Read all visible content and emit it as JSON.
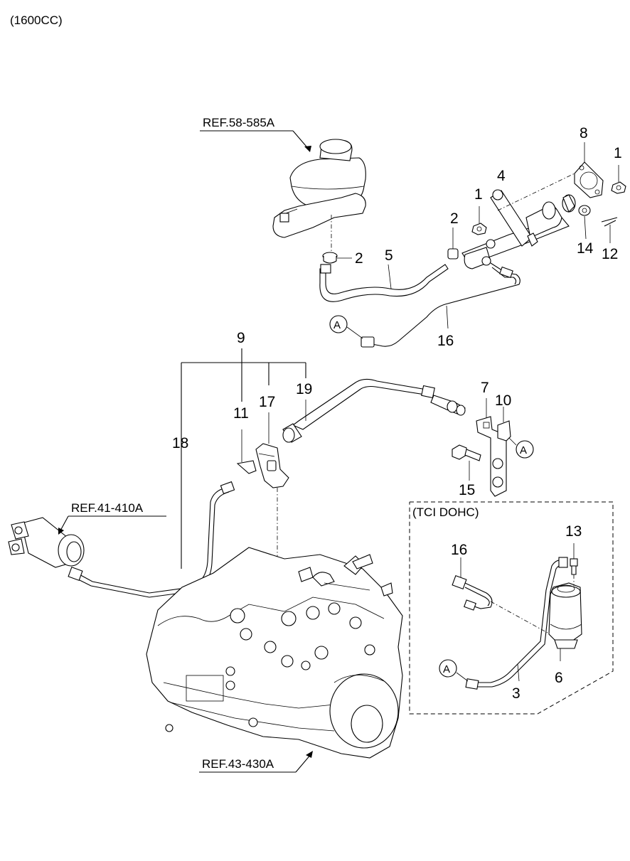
{
  "header": {
    "engine": "(1600CC)"
  },
  "refs": {
    "reservoir": "REF.58-585A",
    "release_cylinder": "REF.41-410A",
    "transaxle": "REF.43-430A"
  },
  "inset": {
    "title": "(TCI DOHC)"
  },
  "callouts": {
    "c1a": "1",
    "c1b": "1",
    "c2a": "2",
    "c2b": "2",
    "c3": "3",
    "c4": "4",
    "c5": "5",
    "c6": "6",
    "c7": "7",
    "c8": "8",
    "c9": "9",
    "c10": "10",
    "c11": "11",
    "c12": "12",
    "c13": "13",
    "c14": "14",
    "c15": "15",
    "c16a": "16",
    "c16b": "16",
    "c17": "17",
    "c18": "18",
    "c19": "19"
  },
  "connector_marks": {
    "a1": "A",
    "a2": "A",
    "a3": "A"
  }
}
